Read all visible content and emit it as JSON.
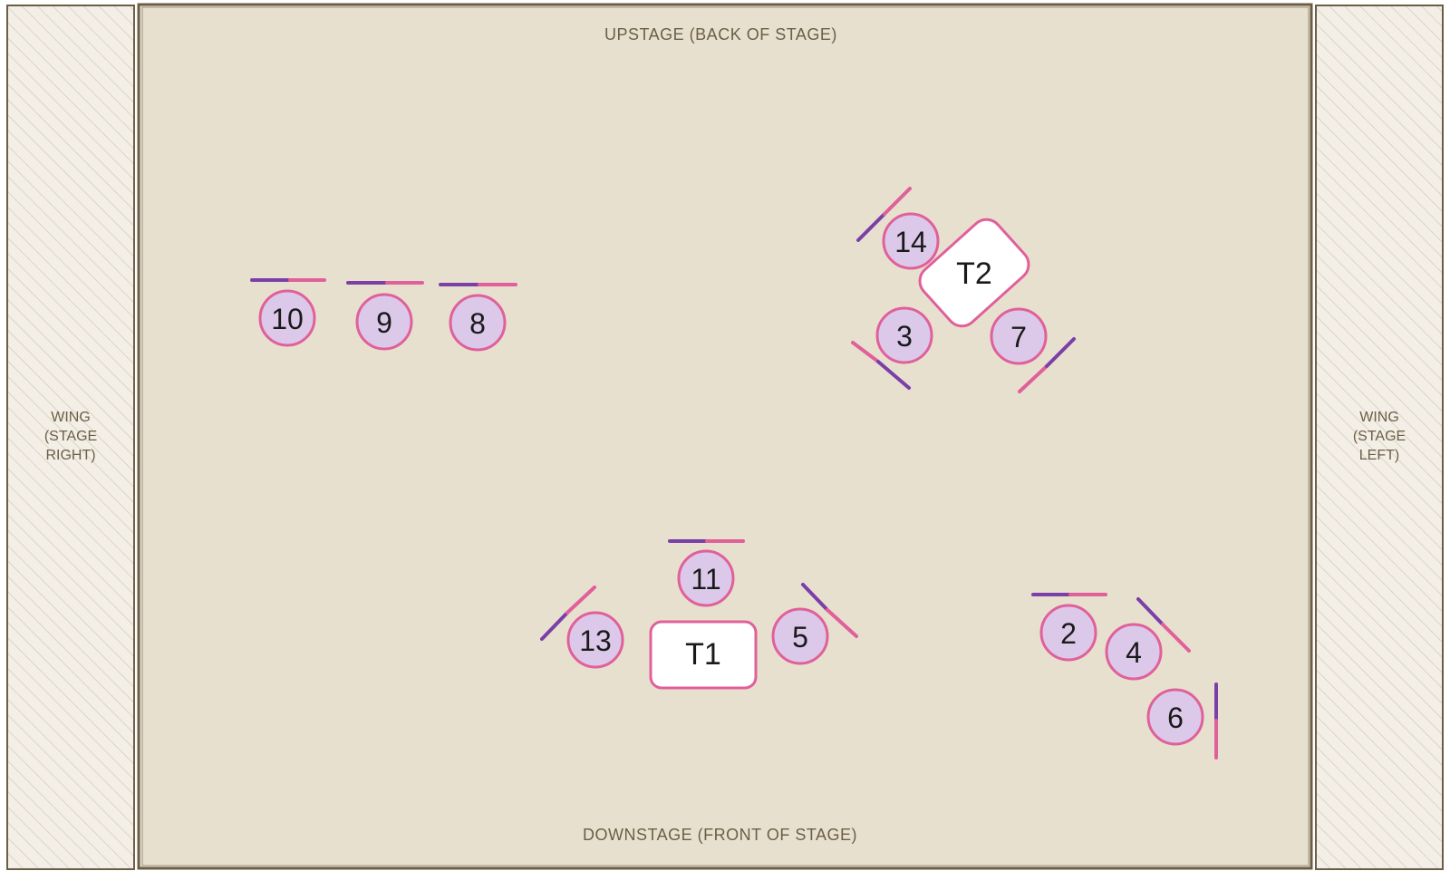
{
  "labels": {
    "upstage": "UPSTAGE  (BACK OF STAGE)",
    "downstage": "DOWNSTAGE  (FRONT OF STAGE)",
    "wing_right": [
      "WING",
      "(STAGE",
      "RIGHT)"
    ],
    "wing_left": [
      "WING",
      "(STAGE",
      "LEFT)"
    ]
  },
  "tables": [
    {
      "id": "t1",
      "label": "T1"
    },
    {
      "id": "t2",
      "label": "T2"
    }
  ],
  "seats": [
    {
      "id": "s2",
      "label": "2"
    },
    {
      "id": "s3",
      "label": "3"
    },
    {
      "id": "s4",
      "label": "4"
    },
    {
      "id": "s5",
      "label": "5"
    },
    {
      "id": "s6",
      "label": "6"
    },
    {
      "id": "s7",
      "label": "7"
    },
    {
      "id": "s8",
      "label": "8"
    },
    {
      "id": "s9",
      "label": "9"
    },
    {
      "id": "s10",
      "label": "10"
    },
    {
      "id": "s11",
      "label": "11"
    },
    {
      "id": "s13",
      "label": "13"
    },
    {
      "id": "s14",
      "label": "14"
    }
  ],
  "colors": {
    "stage_fill": "#e8e0cf",
    "border": "#6b5e45",
    "seat_fill": "#dcc9ea",
    "seat_stroke": "#e0609a",
    "table_fill": "#ffffff",
    "mark_pink": "#e0609a",
    "mark_purple": "#7b3fa8",
    "wing_hatch": "#d8d1c2"
  }
}
